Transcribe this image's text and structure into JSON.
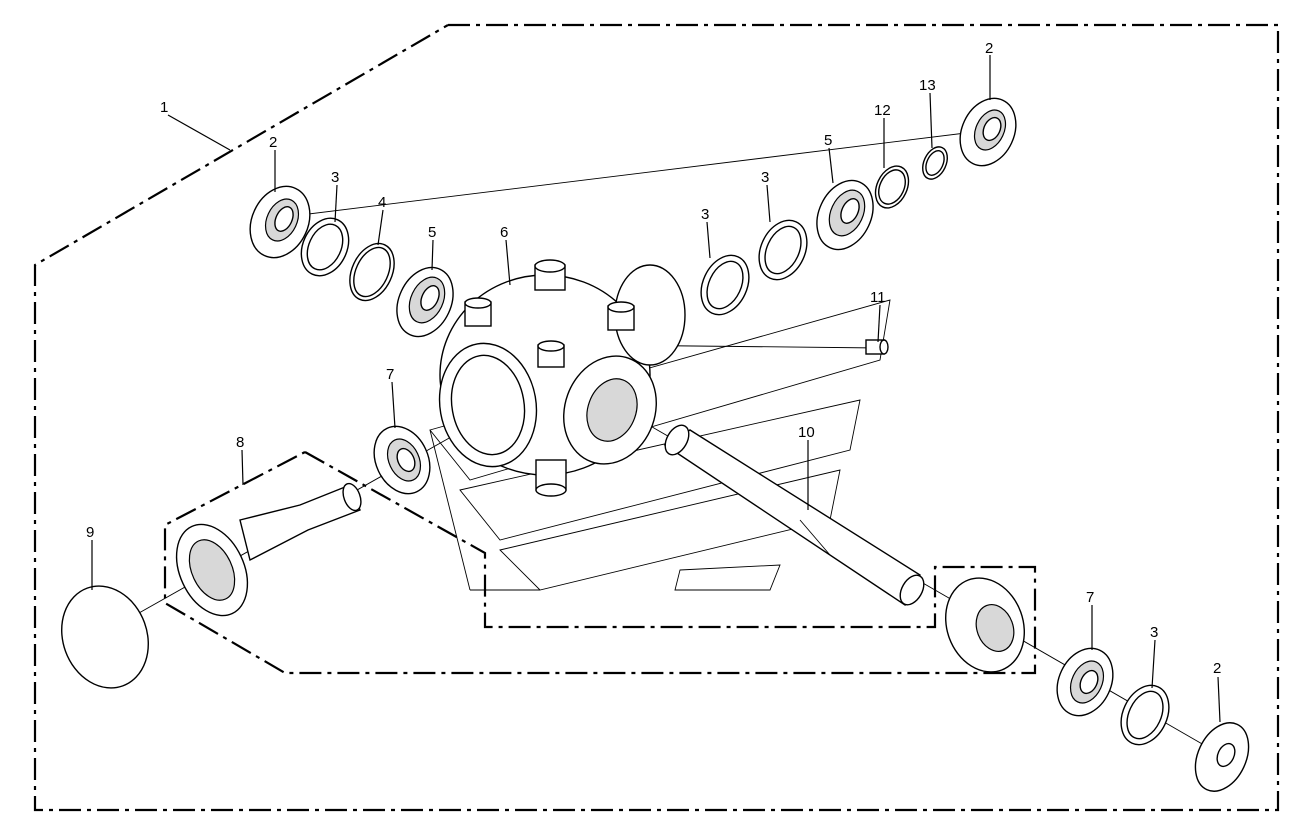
{
  "diagram": {
    "callouts": [
      {
        "id": "c1",
        "label": "1"
      },
      {
        "id": "c2a",
        "label": "2"
      },
      {
        "id": "c2b",
        "label": "2"
      },
      {
        "id": "c2c",
        "label": "2"
      },
      {
        "id": "c3a",
        "label": "3"
      },
      {
        "id": "c3b",
        "label": "3"
      },
      {
        "id": "c3c",
        "label": "3"
      },
      {
        "id": "c3d",
        "label": "3"
      },
      {
        "id": "c4",
        "label": "4"
      },
      {
        "id": "c5a",
        "label": "5"
      },
      {
        "id": "c5b",
        "label": "5"
      },
      {
        "id": "c6",
        "label": "6"
      },
      {
        "id": "c7a",
        "label": "7"
      },
      {
        "id": "c7b",
        "label": "7"
      },
      {
        "id": "c8",
        "label": "8"
      },
      {
        "id": "c9",
        "label": "9"
      },
      {
        "id": "c10",
        "label": "10"
      },
      {
        "id": "c11",
        "label": "11"
      },
      {
        "id": "c12",
        "label": "12"
      },
      {
        "id": "c13",
        "label": "13"
      }
    ]
  }
}
